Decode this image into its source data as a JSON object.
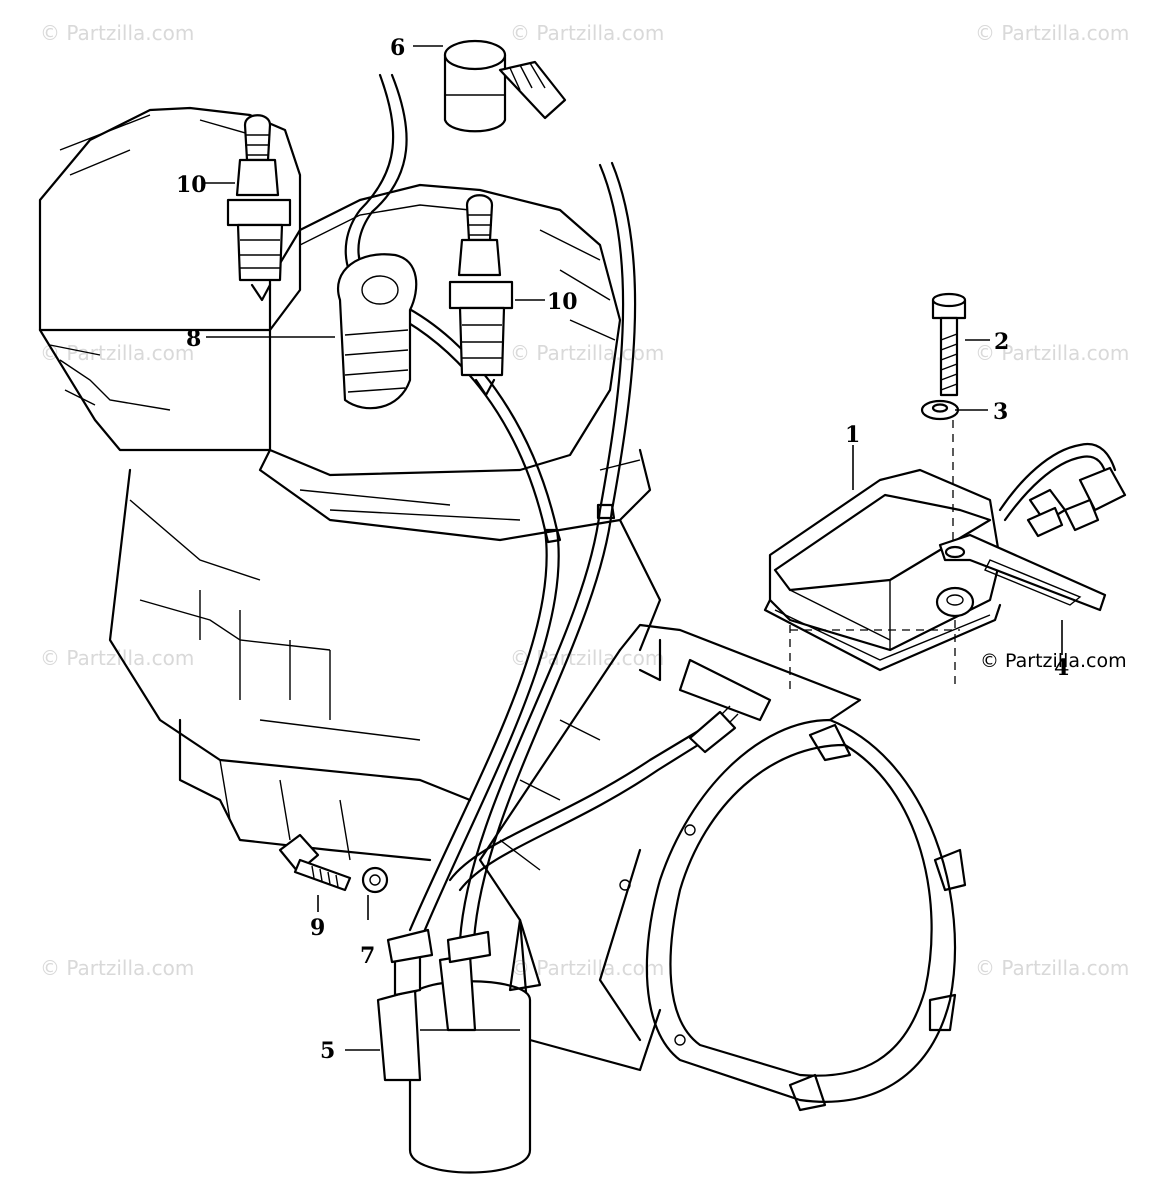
{
  "callouts": {
    "c1": "1",
    "c2": "2",
    "c3": "3",
    "c4": "4",
    "c5": "5",
    "c6": "6",
    "c7": "7",
    "c8": "8",
    "c9": "9",
    "c10a": "10",
    "c10b": "10"
  },
  "watermark": "© Partzilla.com",
  "copyright": "© Partzilla.com"
}
